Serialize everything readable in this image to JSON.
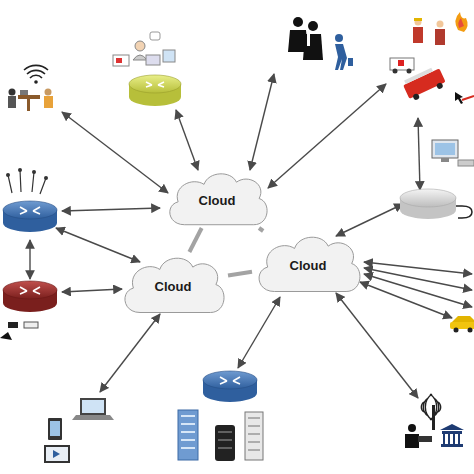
{
  "diagram": {
    "nodes": [
      {
        "text": [
          "Cloud"
        ]
      },
      {
        "text": [
          "Cloud"
        ]
      },
      {
        "text": [
          "Cloud"
        ]
      }
    ],
    "edges": [
      {
        "from": 0,
        "to": 1,
        "arrow": "none"
      },
      {
        "from": 0,
        "to": 2,
        "arrow": "none"
      },
      {
        "from": 1,
        "to": 2,
        "arrow": "none"
      }
    ]
  }
}
